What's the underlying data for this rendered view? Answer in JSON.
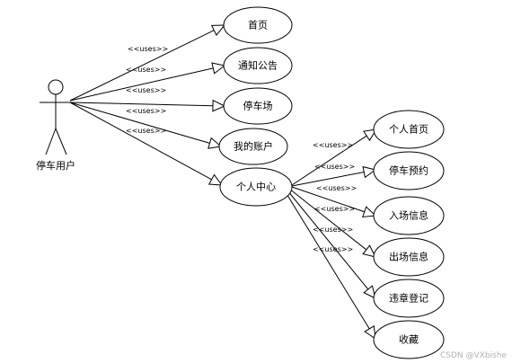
{
  "actor": {
    "name": "停车用户"
  },
  "stereotype": "<<uses>>",
  "use_cases": {
    "home": "首页",
    "notice": "通知公告",
    "parking": "停车场",
    "my_account": "我的账户",
    "personal_center": "个人中心",
    "personal_home": "个人首页",
    "reservation": "停车预约",
    "entry_info": "入场信息",
    "exit_info": "出场信息",
    "violation": "违章登记",
    "favorites": "收藏"
  },
  "relations": [
    {
      "from": "actor",
      "to": "home"
    },
    {
      "from": "actor",
      "to": "notice"
    },
    {
      "from": "actor",
      "to": "parking"
    },
    {
      "from": "actor",
      "to": "my_account"
    },
    {
      "from": "actor",
      "to": "personal_center"
    },
    {
      "from": "personal_center",
      "to": "personal_home"
    },
    {
      "from": "personal_center",
      "to": "reservation"
    },
    {
      "from": "personal_center",
      "to": "entry_info"
    },
    {
      "from": "personal_center",
      "to": "exit_info"
    },
    {
      "from": "personal_center",
      "to": "violation"
    },
    {
      "from": "personal_center",
      "to": "favorites"
    }
  ],
  "watermark": "CSDN @VXbishe"
}
